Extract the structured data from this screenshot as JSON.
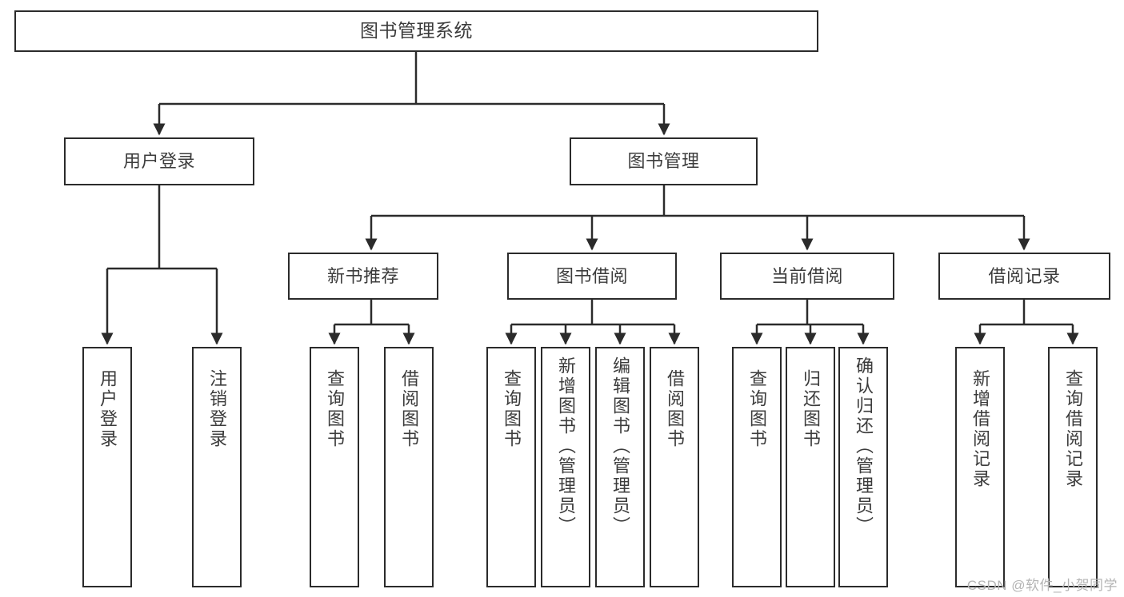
{
  "diagram": {
    "title": "图书管理系统",
    "watermark": "CSDN @软件_小贺同学",
    "stroke_color": "#2b2b2b",
    "text_color": "#3c3c3c",
    "background_color": "#ffffff"
  },
  "nodes": {
    "root": {
      "label": "图书管理系统"
    },
    "level1": [
      {
        "id": "user-login",
        "label": "用户登录"
      },
      {
        "id": "book-manage",
        "label": "图书管理"
      }
    ],
    "level2": [
      {
        "id": "new-book-recommend",
        "label": "新书推荐"
      },
      {
        "id": "book-borrow",
        "label": "图书借阅"
      },
      {
        "id": "current-borrow",
        "label": "当前借阅"
      },
      {
        "id": "borrow-record",
        "label": "借阅记录"
      }
    ],
    "leaves": {
      "user_login": [
        {
          "id": "leaf-user-login",
          "label": "用户登录"
        },
        {
          "id": "leaf-logout-login",
          "label": "注销登录"
        }
      ],
      "new_book_recommend": [
        {
          "id": "leaf-query-book-1",
          "label": "查询图书"
        },
        {
          "id": "leaf-borrow-book-1",
          "label": "借阅图书"
        }
      ],
      "book_borrow": [
        {
          "id": "leaf-query-book-2",
          "label": "查询图书"
        },
        {
          "id": "leaf-add-book",
          "label": "新增图书（管理员）"
        },
        {
          "id": "leaf-edit-book",
          "label": "编辑图书（管理员）"
        },
        {
          "id": "leaf-borrow-book-2",
          "label": "借阅图书"
        }
      ],
      "current_borrow": [
        {
          "id": "leaf-query-book-3",
          "label": "查询图书"
        },
        {
          "id": "leaf-return-book",
          "label": "归还图书"
        },
        {
          "id": "leaf-confirm-return",
          "label": "确认归还（管理员）"
        }
      ],
      "borrow_record": [
        {
          "id": "leaf-add-record",
          "label": "新增借阅记录"
        },
        {
          "id": "leaf-query-record",
          "label": "查询借阅记录"
        }
      ]
    }
  }
}
